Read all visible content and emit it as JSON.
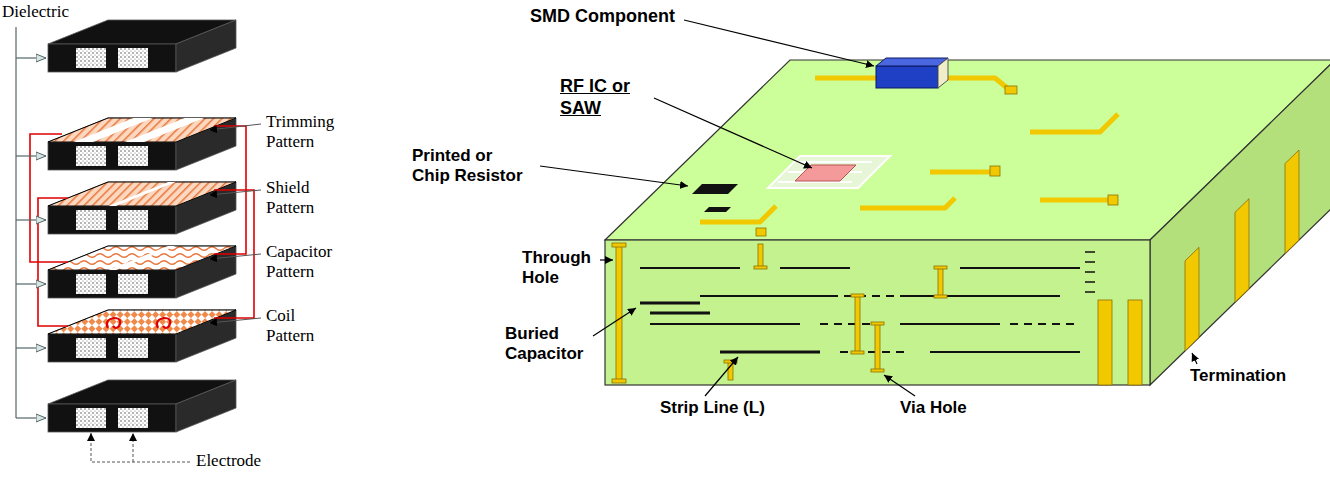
{
  "diagram": {
    "labels": [
      "Dielectric",
      "Trimming Pattern",
      "Shield Pattern",
      "Capacitor Pattern",
      "Coil Pattern",
      "Electrode",
      "SMD Component",
      "RF IC or SAW",
      "Printed or Chip Resistor",
      "Through Hole",
      "Buried Capacitor",
      "Strip Line (L)",
      "Via Hole",
      "Termination"
    ]
  }
}
